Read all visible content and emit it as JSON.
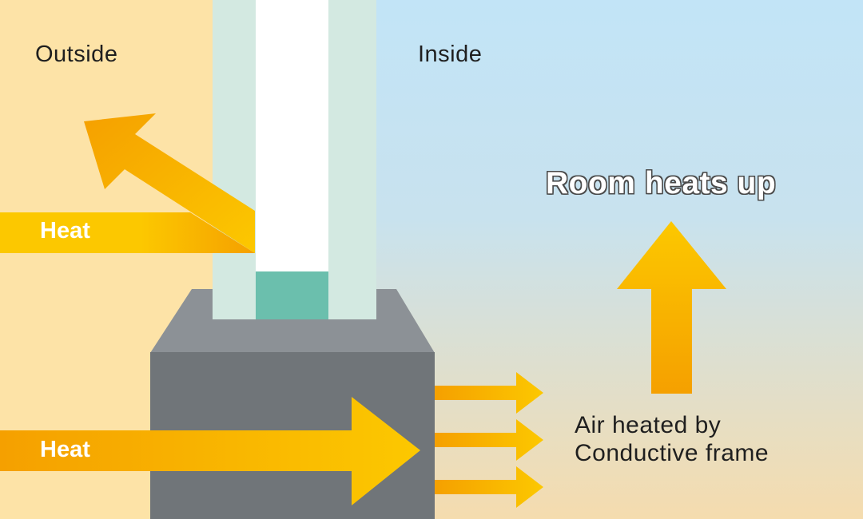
{
  "labels": {
    "outside": "Outside",
    "inside": "Inside",
    "heat_top": "Heat",
    "heat_bottom": "Heat",
    "room_heats_up": "Room heats up",
    "air_line1": "Air heated by",
    "air_line2": "Conductive frame"
  },
  "colors": {
    "outside_bg": "#fde3a7",
    "inside_bg_top": "#c2e4f7",
    "inside_bg_bottom": "#f5dcae",
    "glass_pane": "#d3e9e1",
    "glass_gap": "#ffffff",
    "spacer": "#6bbfad",
    "frame_top": "#8c9196",
    "frame_body": "#707579",
    "arrow_light": "#fcc800",
    "arrow_dark": "#f5a000"
  }
}
